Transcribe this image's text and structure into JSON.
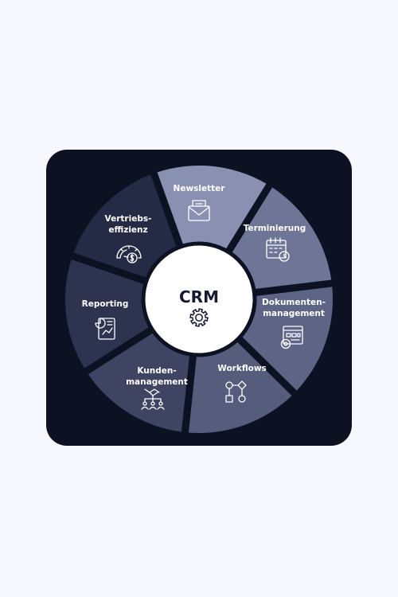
{
  "diagram": {
    "center_label": "CRM",
    "segments": [
      {
        "id": "newsletter",
        "lines": [
          "Newsletter"
        ],
        "icon": "envelope-icon",
        "color": "#8a90b2"
      },
      {
        "id": "terminierung",
        "lines": [
          "Terminierung"
        ],
        "icon": "calendar-clock-icon",
        "color": "#6e7596"
      },
      {
        "id": "dokumentenmanagement",
        "lines": [
          "Dokumenten-",
          "management"
        ],
        "icon": "document-gear-icon",
        "color": "#5d6485"
      },
      {
        "id": "workflows",
        "lines": [
          "Workflows"
        ],
        "icon": "flowchart-icon",
        "color": "#555c7c"
      },
      {
        "id": "kundenmanagement",
        "lines": [
          "Kunden-",
          "management"
        ],
        "icon": "handshake-network-icon",
        "color": "#3e4461"
      },
      {
        "id": "reporting",
        "lines": [
          "Reporting"
        ],
        "icon": "report-chart-icon",
        "color": "#2e3450"
      },
      {
        "id": "vertriebseffizienz",
        "lines": [
          "Vertriebs-",
          "effizienz"
        ],
        "icon": "speedometer-dollar-icon",
        "color": "#252b45"
      }
    ],
    "center_icon": "gear-icon"
  }
}
